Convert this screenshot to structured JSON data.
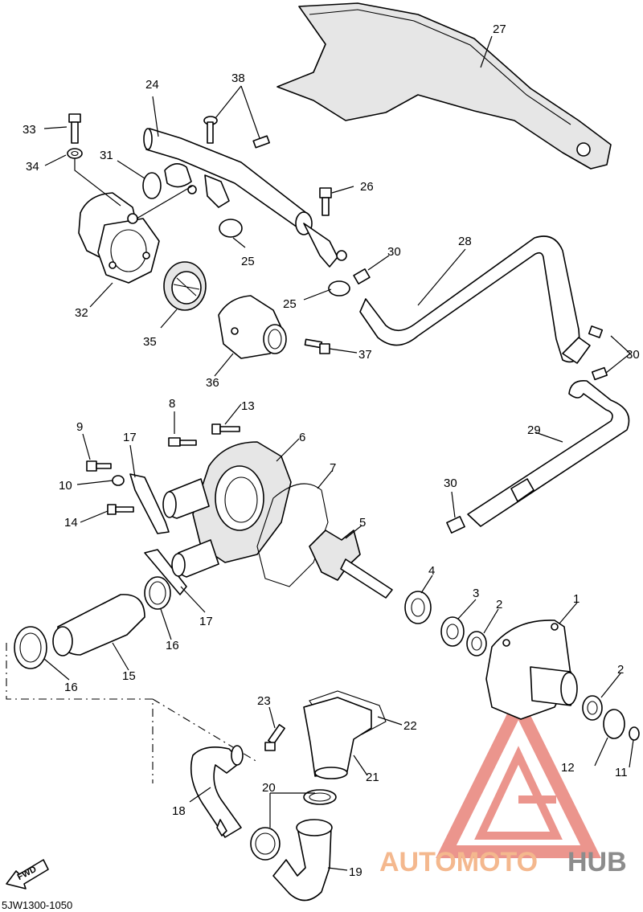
{
  "diagram": {
    "code": "5JW1300-1050",
    "fwd_label": "FWD",
    "watermark": {
      "part1": "AUTOMOTO",
      "part2": "HUB",
      "color_triangle": "#e05a4e",
      "color_text": "#f4b88e",
      "color_hub": "#8c8c8c"
    },
    "callouts": [
      "1",
      "2",
      "2",
      "3",
      "4",
      "5",
      "6",
      "7",
      "8",
      "9",
      "10",
      "11",
      "12",
      "13",
      "14",
      "15",
      "16",
      "16",
      "17",
      "17",
      "18",
      "19",
      "20",
      "21",
      "22",
      "23",
      "24",
      "25",
      "25",
      "26",
      "27",
      "28",
      "29",
      "30",
      "30",
      "30",
      "31",
      "32",
      "33",
      "34",
      "35",
      "36",
      "37",
      "38"
    ]
  }
}
